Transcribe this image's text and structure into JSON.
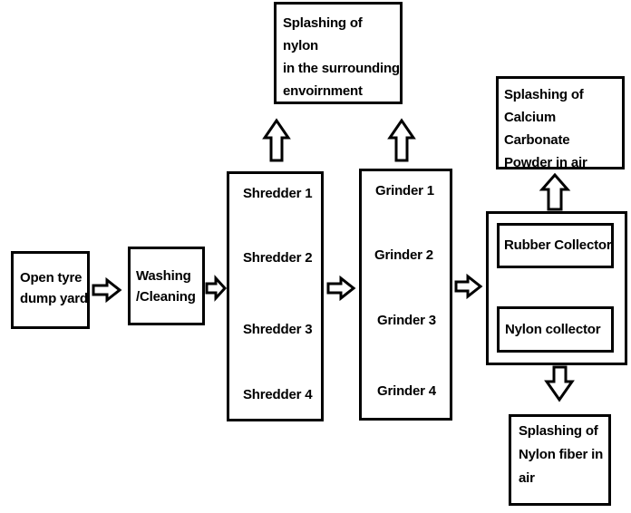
{
  "diagram": {
    "open_yard": "Open tyre\ndump yard",
    "washing": "Washing\n/Cleaning",
    "shredders": [
      "Shredder 1",
      "Shredder 2",
      "Shredder 3",
      "Shredder 4"
    ],
    "grinders": [
      "Grinder 1",
      "Grinder 2",
      "Grinder 3",
      "Grinder 4"
    ],
    "rubber_collector": "Rubber Collector",
    "nylon_collector": "Nylon collector",
    "splash_nylon_env": "Splashing of nylon\nin the surrounding\nenvoirnment",
    "splash_caco3": "Splashing of\nCalcium Carbonate\nPowder in air",
    "splash_nylon_fiber": "Splashing of\nNylon fiber in\nair"
  }
}
